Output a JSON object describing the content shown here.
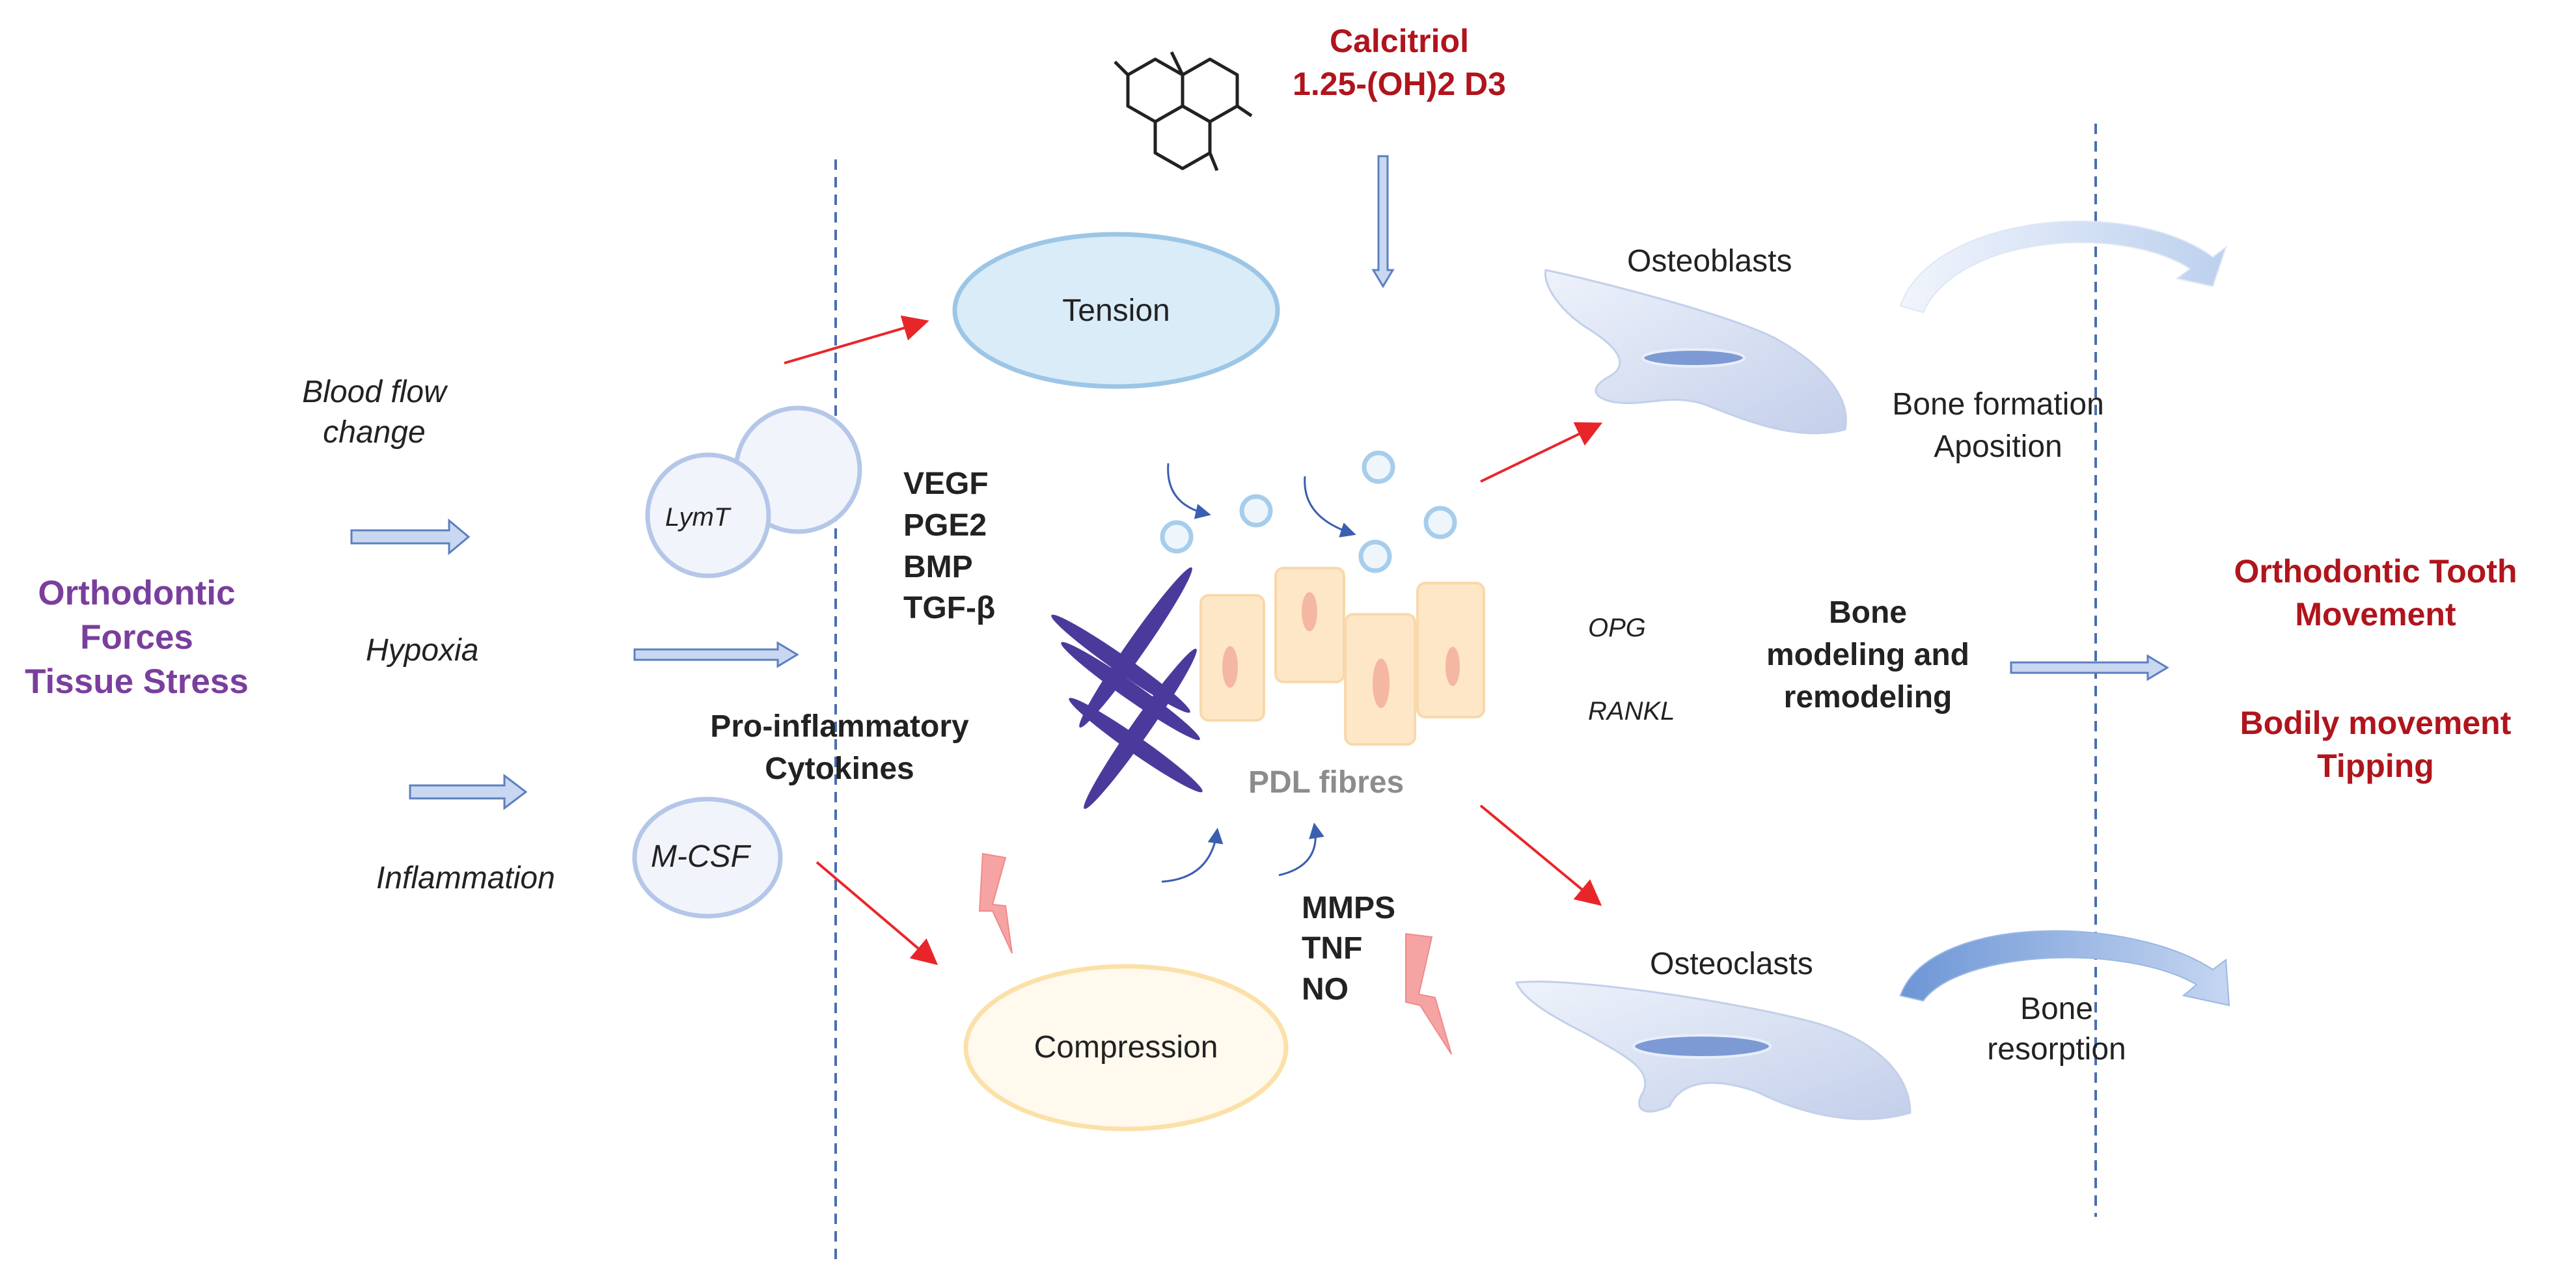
{
  "left": {
    "title_lines": [
      "Orthodontic",
      "Forces",
      "Tissue  Stress"
    ],
    "blood_flow_lines": [
      "Blood flow",
      "change"
    ],
    "hypoxia": "Hypoxia",
    "inflammation": "Inflammation"
  },
  "cells": {
    "lymt": "LymT",
    "mcsf": "M-CSF"
  },
  "calcitriol_lines": [
    "Calcitriol",
    "1.25-(OH)2 D3"
  ],
  "tension": "Tension",
  "compression": "Compression",
  "growth_factors": [
    "VEGF",
    "PGE2",
    "BMP",
    "TGF-β"
  ],
  "pro_inflammatory_lines": [
    "Pro-inflammatory",
    "Cytokines"
  ],
  "pdl_fibres": "PDL fibres",
  "mediators": [
    "MMPS",
    "TNF",
    "NO"
  ],
  "osteoblasts": "Osteoblasts",
  "bone_formation_lines": [
    "Bone formation",
    "Aposition"
  ],
  "osteoclasts": "Osteoclasts",
  "bone_resorption_lines": [
    "Bone",
    "resorption"
  ],
  "opg": "OPG",
  "rankl": "RANKL",
  "remodeling_lines": [
    "Bone",
    "modeling and",
    "remodeling"
  ],
  "outcome": {
    "otm_lines": [
      "Orthodontic Tooth",
      "Movement"
    ],
    "movement_lines": [
      "Bodily movement",
      "Tipping"
    ]
  },
  "colors": {
    "red_text": "#b0141c",
    "purple_text": "#7a3e9d",
    "red_arrow": "#e8262a",
    "blue_arrow_fill": "#c9d7f0",
    "blue_arrow_stroke": "#5b80c0",
    "dashed_line": "#4a6fb0",
    "fibre": "#4b3a9c"
  }
}
